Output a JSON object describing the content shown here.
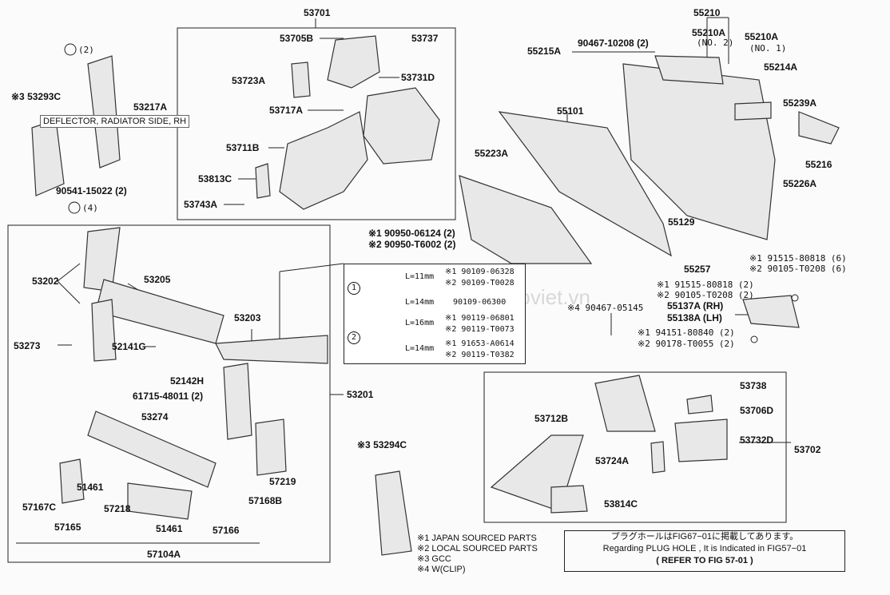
{
  "tooltip": "DEFLECTOR, RADIATOR SIDE, RH",
  "watermark": "seodoviet.vn",
  "labels": {
    "l53701": "53701",
    "l53705B": "53705B",
    "l53737": "53737",
    "l53723A": "53723A",
    "l53731D": "53731D",
    "l53717A": "53717A",
    "l53711B": "53711B",
    "l53813C": "53813C",
    "l53743A": "53743A",
    "l53293C": "※3 53293C",
    "l53217A": "53217A",
    "l90541": "90541-15022 (2)",
    "c2a": "(2)",
    "c1a": "(4)",
    "l53202": "53202",
    "l53205": "53205",
    "l53273": "53273",
    "l52141G": "52141G",
    "l52142H": "52142H",
    "l61715": "61715-48011 (2)",
    "l53274": "53274",
    "l53203": "53203",
    "l53201": "53201",
    "l51461a": "51461",
    "l57167C": "57167C",
    "l57165": "57165",
    "l57218": "57218",
    "l51461b": "51461",
    "l57166": "57166",
    "l57168B": "57168B",
    "l57219": "57219",
    "l57104A": "57104A",
    "l190950": "※1 90950-06124 (2)",
    "l290950": "※2 90950-T6002 (2)",
    "l53294C": "※3 53294C",
    "l55210": "55210",
    "l55215A": "55215A",
    "l90467": "90467-10208 (2)",
    "l55210A1": "55210A",
    "l55210A1n": "(NO. 2)",
    "l55210A2": "55210A",
    "l55210A2n": "(NO. 1)",
    "l55214A": "55214A",
    "l55239A": "55239A",
    "l55216": "55216",
    "l55226A": "55226A",
    "l55101": "55101",
    "l55223A": "55223A",
    "l55129": "55129",
    "l55257": "55257",
    "l91515a": "※1 91515-80818 (6)",
    "l290105a": "※2 90105-T0208 (6)",
    "l91515b": "※1 91515-80818 (2)",
    "l290105b": "※2 90105-T0208 (2)",
    "l55137A": "55137A (RH)",
    "l55138A": "55138A (LH)",
    "l90467b": "※4 90467-05145",
    "l94151": "※1 94151-80840 (2)",
    "l90178": "※2 90178-T0055 (2)",
    "l53738": "53738",
    "l53712B": "53712B",
    "l53706D": "53706D",
    "l53732D": "53732D",
    "l53702": "53702",
    "l53724A": "53724A",
    "l53814C": "53814C"
  },
  "fastener_table": {
    "r1": {
      "num": "1",
      "len_a": "L=11mm",
      "a1": "※1 90109-06328",
      "a2": "※2 90109-T0028",
      "len_b": "L=14mm",
      "b1": "90109-06300"
    },
    "r2": {
      "num": "2",
      "len_a": "L=16mm",
      "a1": "※1 90119-06801",
      "a2": "※2 90119-T0073",
      "len_b": "L=14mm",
      "b1": "※1 91653-A0614",
      "b2": "※2 90119-T0382"
    }
  },
  "notes": [
    "※1 JAPAN SOURCED PARTS",
    "※2 LOCAL SOURCED PARTS",
    "※3 GCC",
    "※4 W(CLIP)"
  ],
  "plug_note": {
    "jp": "プラグホールはFIG67−01に掲載してあります。",
    "en": "Regarding PLUG HOLE , It is Indicated in FIG57−01",
    "ref": "( REFER TO FIG 57-01 )"
  },
  "colors": {
    "line": "#222222",
    "part_fill": "#e8e8e8",
    "part_stroke": "#333333"
  }
}
